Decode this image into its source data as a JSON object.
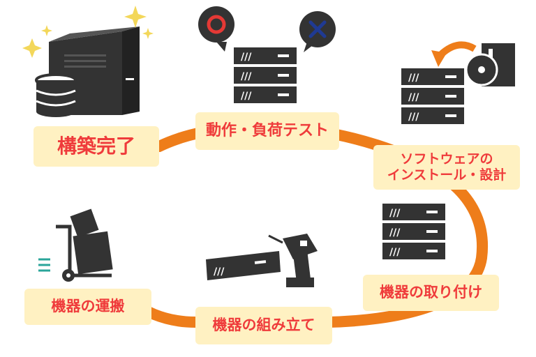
{
  "steps": {
    "complete": "構築完了",
    "test": "動作・負荷テスト",
    "software_line1": "ソフトウェアの",
    "software_line2": "インストール・設計",
    "install": "機器の取り付け",
    "assemble": "機器の組み立て",
    "transport": "機器の運搬"
  },
  "bubbles": {
    "ok_symbol": "○",
    "ng_symbol": "×"
  },
  "colors": {
    "loop": "#ee7d1a",
    "label_bg": "#fff1c2",
    "label_text": "#ef3b3b",
    "icon_dark": "#333333",
    "sparkle": "#f3d75a",
    "ok_red": "#e53935",
    "ng_navy": "#1f3a93",
    "teal": "#2aa59a"
  },
  "icons": [
    "server-tower-icon",
    "database-icon",
    "sparkle-icon",
    "rack-server-icon",
    "speech-bubble-icon",
    "install-disc-icon",
    "arrow-icon",
    "drill-icon",
    "hand-truck-icon",
    "box-icon"
  ]
}
